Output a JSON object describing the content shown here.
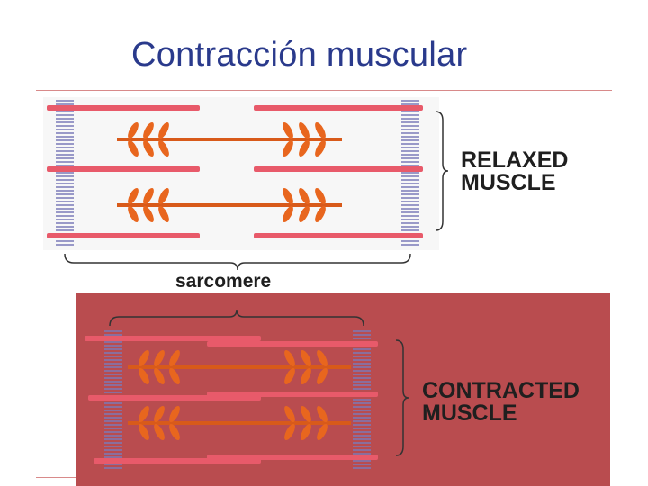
{
  "slide": {
    "title": "Contracción muscular"
  },
  "diagram": {
    "relaxed_label_line1": "RELAXED",
    "relaxed_label_line2": "MUSCLE",
    "sarcomere_label": "sarcomere",
    "contracted_label_line1": "CONTRACTED",
    "contracted_label_line2": "MUSCLE"
  },
  "colors": {
    "title": "#2a3a8c",
    "actin": "#e85a6a",
    "myosin": "#d85a1a",
    "myosin_head": "#e8661e",
    "z_line": "#7a7ab8",
    "contracted_bg": "#b94c4f"
  }
}
